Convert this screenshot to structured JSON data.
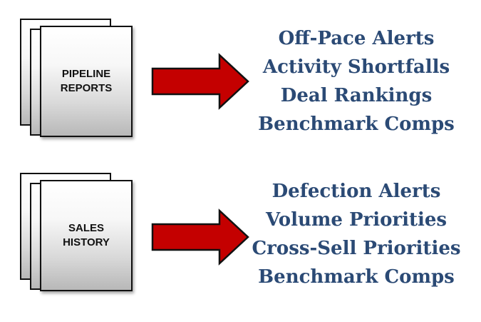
{
  "groups": [
    {
      "source": {
        "line1": "PIPELINE",
        "line2": "REPORTS"
      },
      "outputs": [
        "Off-Pace Alerts",
        "Activity Shortfalls",
        "Deal Rankings",
        "Benchmark Comps"
      ]
    },
    {
      "source": {
        "line1": "SALES",
        "line2": "HISTORY"
      },
      "outputs": [
        "Defection Alerts",
        "Volume Priorities",
        "Cross-Sell Priorities",
        "Benchmark Comps"
      ]
    }
  ],
  "colors": {
    "arrow_fill": "#c40000",
    "arrow_stroke": "#111111",
    "output_text": "#2b4a75"
  }
}
